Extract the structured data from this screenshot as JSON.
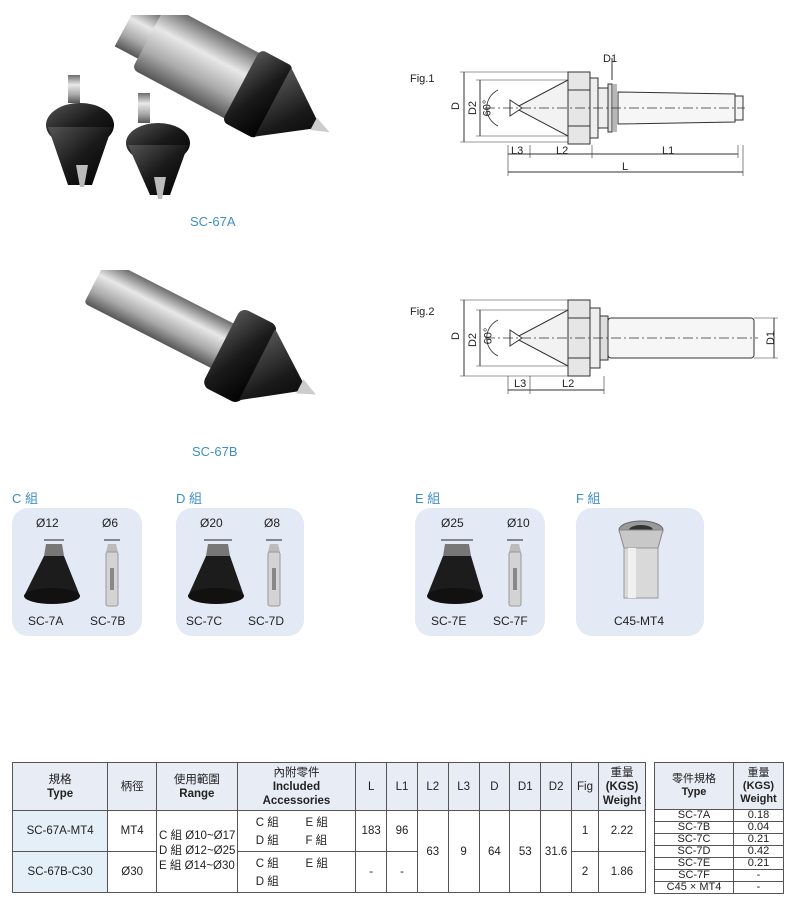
{
  "products": {
    "sc67a_caption": "SC-67A",
    "sc67b_caption": "SC-67B"
  },
  "fig1": {
    "label": "Fig.1",
    "angle": "60°",
    "dims": [
      "D",
      "D2",
      "D1",
      "L3",
      "L2",
      "L1",
      "L"
    ]
  },
  "fig2": {
    "label": "Fig.2",
    "angle": "60°",
    "dims": [
      "D",
      "D2",
      "D1",
      "L3",
      "L2"
    ]
  },
  "groups": [
    {
      "label": "C 組",
      "parts": [
        {
          "dia": "Ø12",
          "name": "SC-7A"
        },
        {
          "dia": "Ø6",
          "name": "SC-7B"
        }
      ]
    },
    {
      "label": "D 組",
      "parts": [
        {
          "dia": "Ø20",
          "name": "SC-7C"
        },
        {
          "dia": "Ø8",
          "name": "SC-7D"
        }
      ]
    },
    {
      "label": "E 組",
      "parts": [
        {
          "dia": "Ø25",
          "name": "SC-7E"
        },
        {
          "dia": "Ø10",
          "name": "SC-7F"
        }
      ]
    },
    {
      "label": "F 組",
      "parts": [
        {
          "name": "C45-MT4"
        }
      ]
    }
  ],
  "spec_table": {
    "headers": {
      "type_cn": "規格",
      "type_en": "Type",
      "shank_cn": "柄徑",
      "range_cn": "使用範圍",
      "range_en": "Range",
      "acc_cn": "內附零件",
      "acc_en1": "Included",
      "acc_en2": "Accessories",
      "L": "L",
      "L1": "L1",
      "L2": "L2",
      "L3": "L3",
      "D": "D",
      "D1": "D1",
      "D2": "D2",
      "Fig": "Fig",
      "weight_cn": "重量",
      "weight_unit": "(KGS)",
      "weight_en": "Weight"
    },
    "rows": [
      {
        "type": "SC-67A-MT4",
        "shank": "MT4",
        "acc": [
          "C 組",
          "E 組",
          "D 組",
          "F 組"
        ],
        "L": "183",
        "L1": "96",
        "fig": "1",
        "weight": "2.22"
      },
      {
        "type": "SC-67B-C30",
        "shank": "Ø30",
        "acc": [
          "C 組",
          "E 組",
          "D 組",
          ""
        ],
        "L": "-",
        "L1": "-",
        "fig": "2",
        "weight": "1.86"
      }
    ],
    "range": [
      "C 組 Ø10~Ø17",
      "D 組 Ø12~Ø25",
      "E 組 Ø14~Ø30"
    ],
    "shared": {
      "L2": "63",
      "L3": "9",
      "D": "64",
      "D1": "53",
      "D2": "31.6"
    }
  },
  "parts_table": {
    "headers": {
      "type_cn": "零件規格",
      "type_en": "Type",
      "weight_cn": "重量",
      "weight_unit": "(KGS)",
      "weight_en": "Weight"
    },
    "rows": [
      {
        "type": "SC-7A",
        "weight": "0.18"
      },
      {
        "type": "SC-7B",
        "weight": "0.04"
      },
      {
        "type": "SC-7C",
        "weight": "0.21"
      },
      {
        "type": "SC-7D",
        "weight": "0.42"
      },
      {
        "type": "SC-7E",
        "weight": "0.21"
      },
      {
        "type": "SC-7F",
        "weight": "-"
      },
      {
        "type": "C45 × MT4",
        "weight": "-"
      }
    ]
  }
}
